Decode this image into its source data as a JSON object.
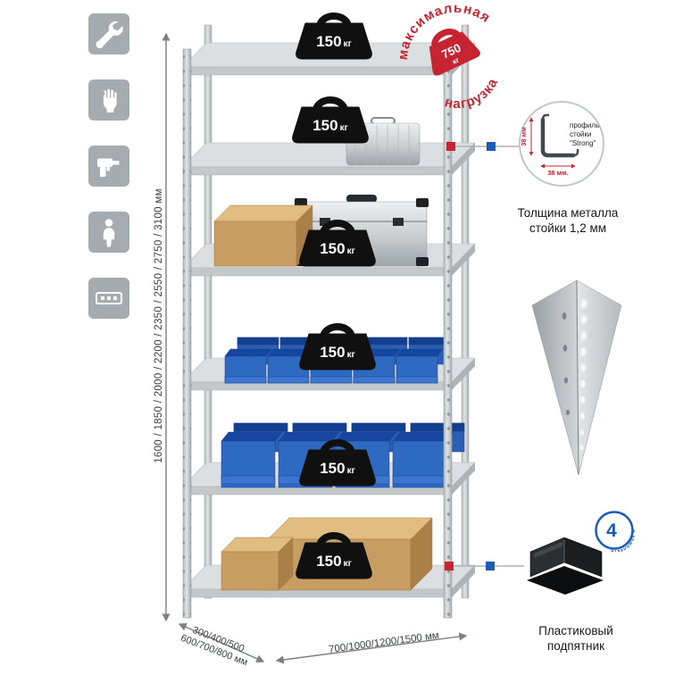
{
  "colors": {
    "accent_red": "#c62431",
    "accent_blue": "#1e5bb8",
    "icon_bg": "#a6abb0"
  },
  "sidebar": {
    "icons": [
      "wrench-icon",
      "gloves-icon",
      "drill-icon",
      "person-icon",
      "level-icon"
    ]
  },
  "height_dimension": {
    "label": "1600 / 1850 / 2000 / 2200 / 2350 / 2550 / 2750 / 3100 мм"
  },
  "depth_dimension": {
    "line1": "300/400/500",
    "line2": "600/700/800 мм"
  },
  "width_dimension": {
    "label": "700/1000/1200/1500 мм"
  },
  "shelf_loads": [
    {
      "value": "150",
      "unit": "кг"
    },
    {
      "value": "150",
      "unit": "кг"
    },
    {
      "value": "150",
      "unit": "кг"
    },
    {
      "value": "150",
      "unit": "кг"
    },
    {
      "value": "150",
      "unit": "кг"
    },
    {
      "value": "150",
      "unit": "кг"
    }
  ],
  "max_load_stamp": {
    "arc_top": "максимальная",
    "arc_bottom": "нагрузка",
    "value": "750",
    "unit": "кг"
  },
  "profile_callout": {
    "vertical_dim": "38 мм",
    "horizontal_dim": "38 мм.",
    "label_1": "профиль",
    "label_2": "стойки",
    "label_3": "\"Strong\"",
    "caption_line1": "Толщина металла",
    "caption_line2": "стойки 1,2 мм"
  },
  "foot_callout": {
    "badge_value": "4",
    "badge_text": "в комплекте",
    "caption_line1": "Пластиковый",
    "caption_line2": "подпятник"
  }
}
